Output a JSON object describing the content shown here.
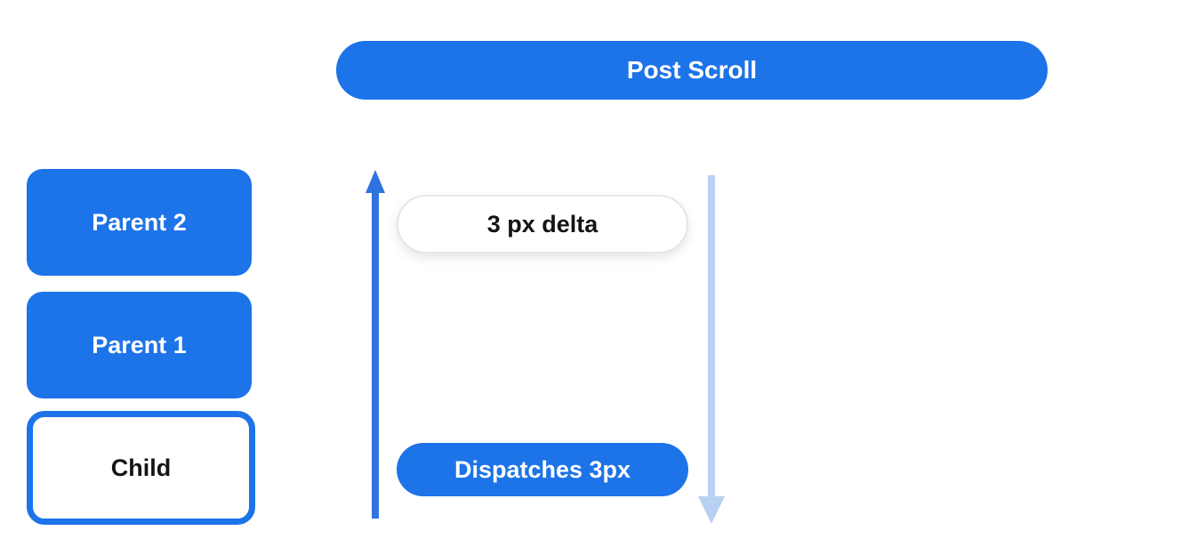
{
  "title_pill": {
    "label": "Post Scroll"
  },
  "view_stack": {
    "items": [
      {
        "label": "Parent 2",
        "variant": "filled"
      },
      {
        "label": "Parent 1",
        "variant": "filled"
      },
      {
        "label": "Child",
        "variant": "outlined"
      }
    ]
  },
  "scroll_flow": {
    "delta_label": "3 px delta",
    "dispatch_label": "Dispatches 3px",
    "up_arrow_icon": "arrow-up",
    "down_arrow_icon": "arrow-down"
  },
  "colors": {
    "primary_blue": "#1d73e8",
    "arrow_blue": "#2f73e0",
    "light_arrow_blue": "#b8d1f3",
    "pill_border": "#e7e7e7",
    "text_dark": "#141414",
    "text_light": "#ffffff",
    "background": "#ffffff"
  }
}
